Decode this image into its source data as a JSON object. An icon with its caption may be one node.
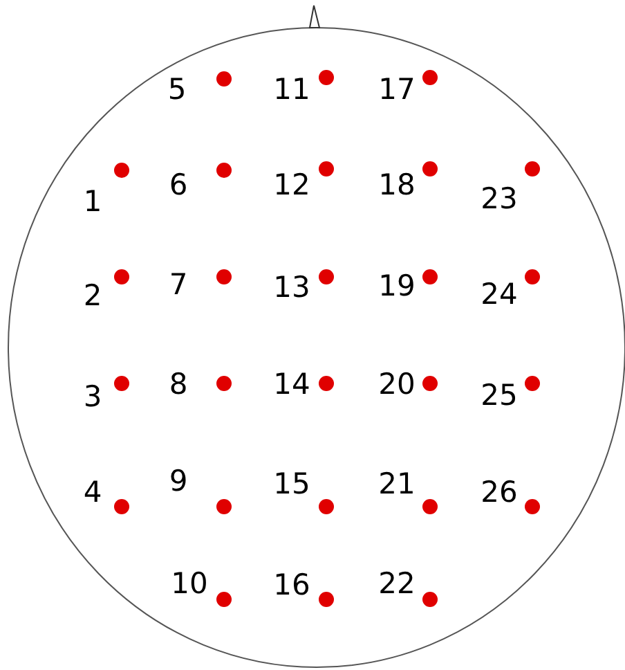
{
  "diagram": {
    "labels": [
      "5",
      "11",
      "17",
      "1",
      "6",
      "12",
      "18",
      "23",
      "2",
      "7",
      "13",
      "19",
      "24",
      "3",
      "8",
      "14",
      "20",
      "25",
      "4",
      "9",
      "15",
      "21",
      "26",
      "10",
      "16",
      "22"
    ]
  }
}
